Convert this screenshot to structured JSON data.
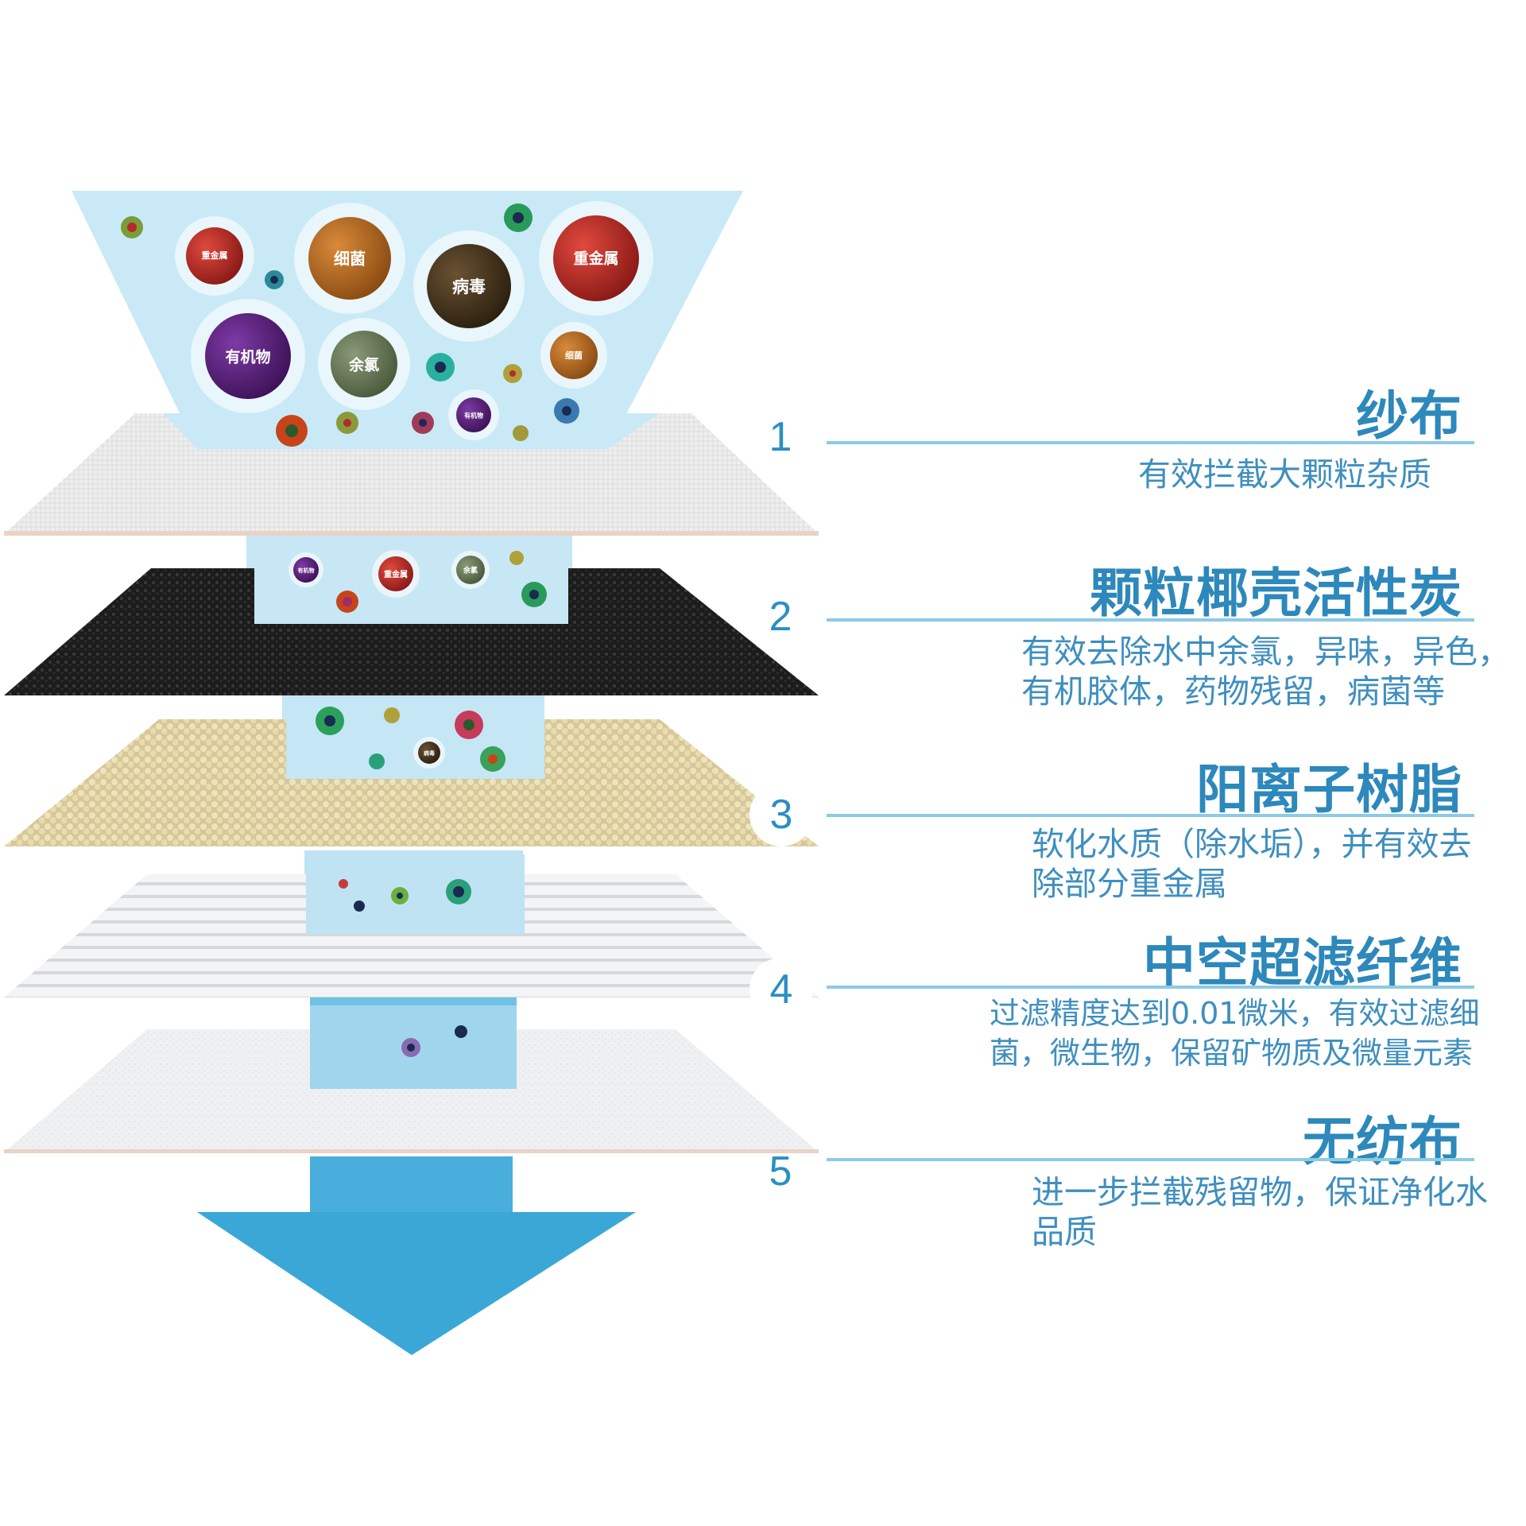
{
  "layers": [
    {
      "number": "1",
      "title": "纱布",
      "desc": [
        "有效拦截大颗粒杂质"
      ]
    },
    {
      "number": "2",
      "title": "颗粒椰壳活性炭",
      "desc": [
        "有效去除水中余氯，异味，异色，",
        "有机胶体，药物残留，病菌等"
      ]
    },
    {
      "number": "3",
      "title": "阳离子树脂",
      "desc": [
        "软化水质（除水垢），并有效去",
        "除部分重金属"
      ]
    },
    {
      "number": "4",
      "title": "中空超滤纤维",
      "desc": [
        "过滤精度达到0.01微米，有效过滤细",
        "菌，微生物，保留矿物质及微量元素"
      ]
    },
    {
      "number": "5",
      "title": "无纺布",
      "desc": [
        "进一步拦截残留物，保证净化水",
        "品质"
      ]
    }
  ],
  "particles": {
    "heavy_metal": "重金属",
    "bacteria": "细菌",
    "virus": "病毒",
    "organic": "有机物",
    "chlorine": "余氯"
  },
  "colors": {
    "water": "#c9e9f6",
    "arrow": "#3aa7d6",
    "accent_text": "#2d88bb",
    "rule": "#8ccbe4"
  }
}
